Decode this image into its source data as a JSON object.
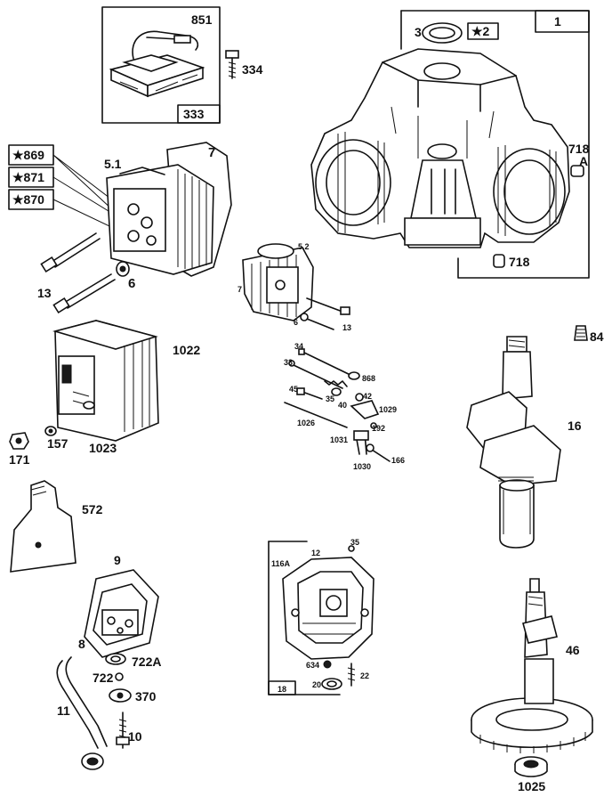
{
  "labels": {
    "l851": "851",
    "l334": "334",
    "l333": "333",
    "l3": "3",
    "l2": "★2",
    "l1": "1",
    "l718a_num": "718",
    "l718a_let": "A",
    "l718": "718",
    "l869": "★869",
    "l871": "★871",
    "l870": "★870",
    "l51": "5.1",
    "l7": "7",
    "l13": "13",
    "l6": "6",
    "l52": "5.2",
    "l7b": "7",
    "l6b": "6",
    "l13b": "13",
    "l84": "84",
    "l34": "34",
    "l33": "33",
    "l868": "868",
    "l45": "45",
    "l35": "35",
    "l40": "40",
    "l42": "42",
    "l1029": "1029",
    "l1026": "1026",
    "l192": "192",
    "l1031": "1031",
    "l166": "166",
    "l1030": "1030",
    "l1022": "1022",
    "l16": "16",
    "l171": "171",
    "l157": "157",
    "l1023": "1023",
    "l572": "572",
    "l9": "9",
    "l8": "8",
    "l722a": "722A",
    "l722": "722",
    "l370": "370",
    "l11": "11",
    "l10": "10",
    "l35b": "35",
    "l12": "12",
    "l116a": "116A",
    "l634": "634",
    "l22": "22",
    "l20": "20",
    "l18": "18",
    "l46": "46",
    "l1025": "1025"
  }
}
